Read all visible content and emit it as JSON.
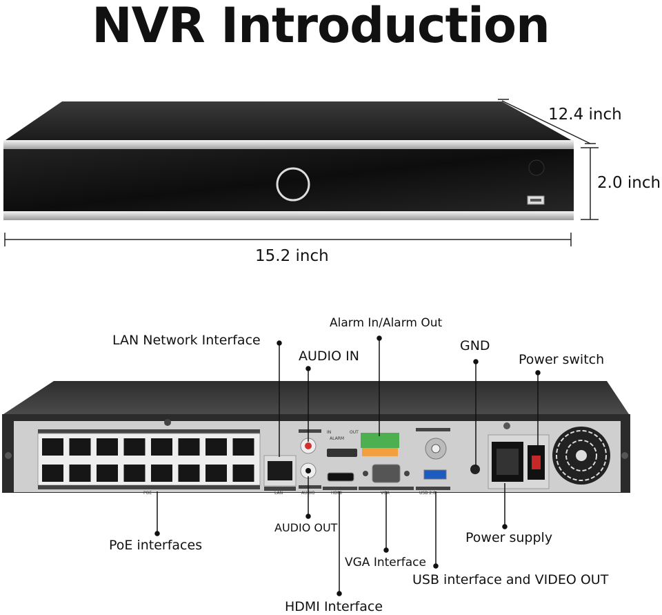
{
  "title": "NVR Introduction",
  "dimensions": {
    "depth": "12.4 inch",
    "height": "2.0 inch",
    "width": "15.2 inch"
  },
  "callouts": {
    "lan": "LAN Network Interface",
    "audio_in": "AUDIO IN",
    "alarm": "Alarm In/Alarm Out",
    "gnd": "GND",
    "power_switch": "Power switch",
    "poe": "PoE interfaces",
    "audio_out": "AUDIO OUT",
    "vga": "VGA Interface",
    "hdmi": "HDMI Interface",
    "power_supply": "Power supply",
    "usb": "USB interface and VIDEO OUT"
  },
  "panel_markings": {
    "poe": "POE",
    "lan": "LAN",
    "audio": "AUDIO",
    "hdmi": "HDMI",
    "vga": "VGA",
    "usb": "USB 2.0",
    "alarm": "ALARM",
    "in": "IN",
    "out": "OUT"
  },
  "colors": {
    "device_body": "#2a2a2a",
    "panel": "#c9c9c9",
    "terminal_green": "#4caf50",
    "usb_blue": "#1e5bbf",
    "audio_red": "#d32f2f"
  }
}
